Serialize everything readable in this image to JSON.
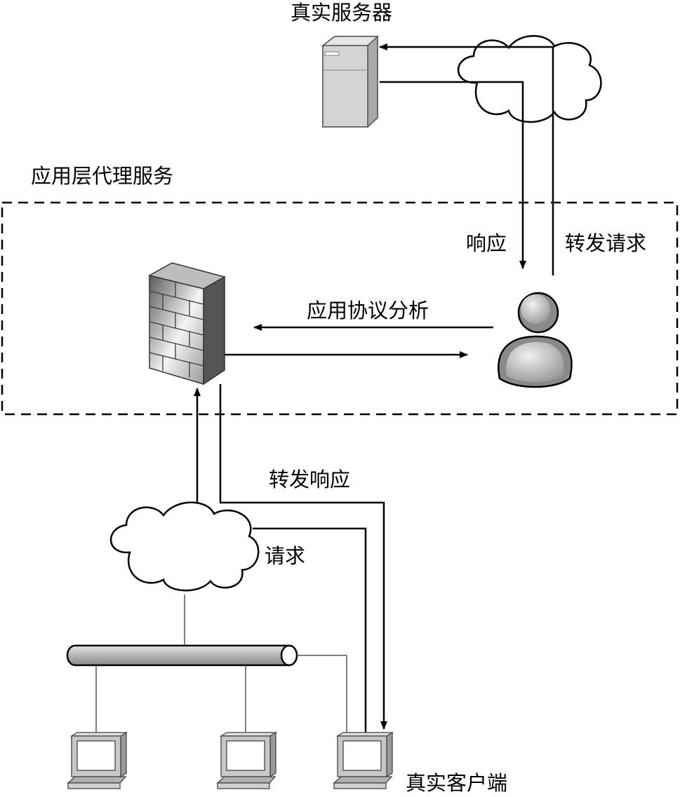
{
  "labels": {
    "real_server": "真实服务器",
    "proxy_service": "应用层代理服务",
    "response": "响应",
    "forward_request": "转发请求",
    "protocol_analysis": "应用协议分析",
    "forward_response": "转发响应",
    "request": "请求",
    "real_client": "真实客户端"
  },
  "icons": {
    "server": "server-icon",
    "firewall": "firewall-icon",
    "proxy": "user-icon",
    "internet_top": "cloud-icon",
    "internet_bottom": "cloud-icon",
    "lan_bus": "network-bus-icon",
    "client": "computer-icon"
  },
  "colors": {
    "line": "#000000",
    "icon_fill": "#d9d9d9",
    "icon_stroke": "#444444"
  }
}
